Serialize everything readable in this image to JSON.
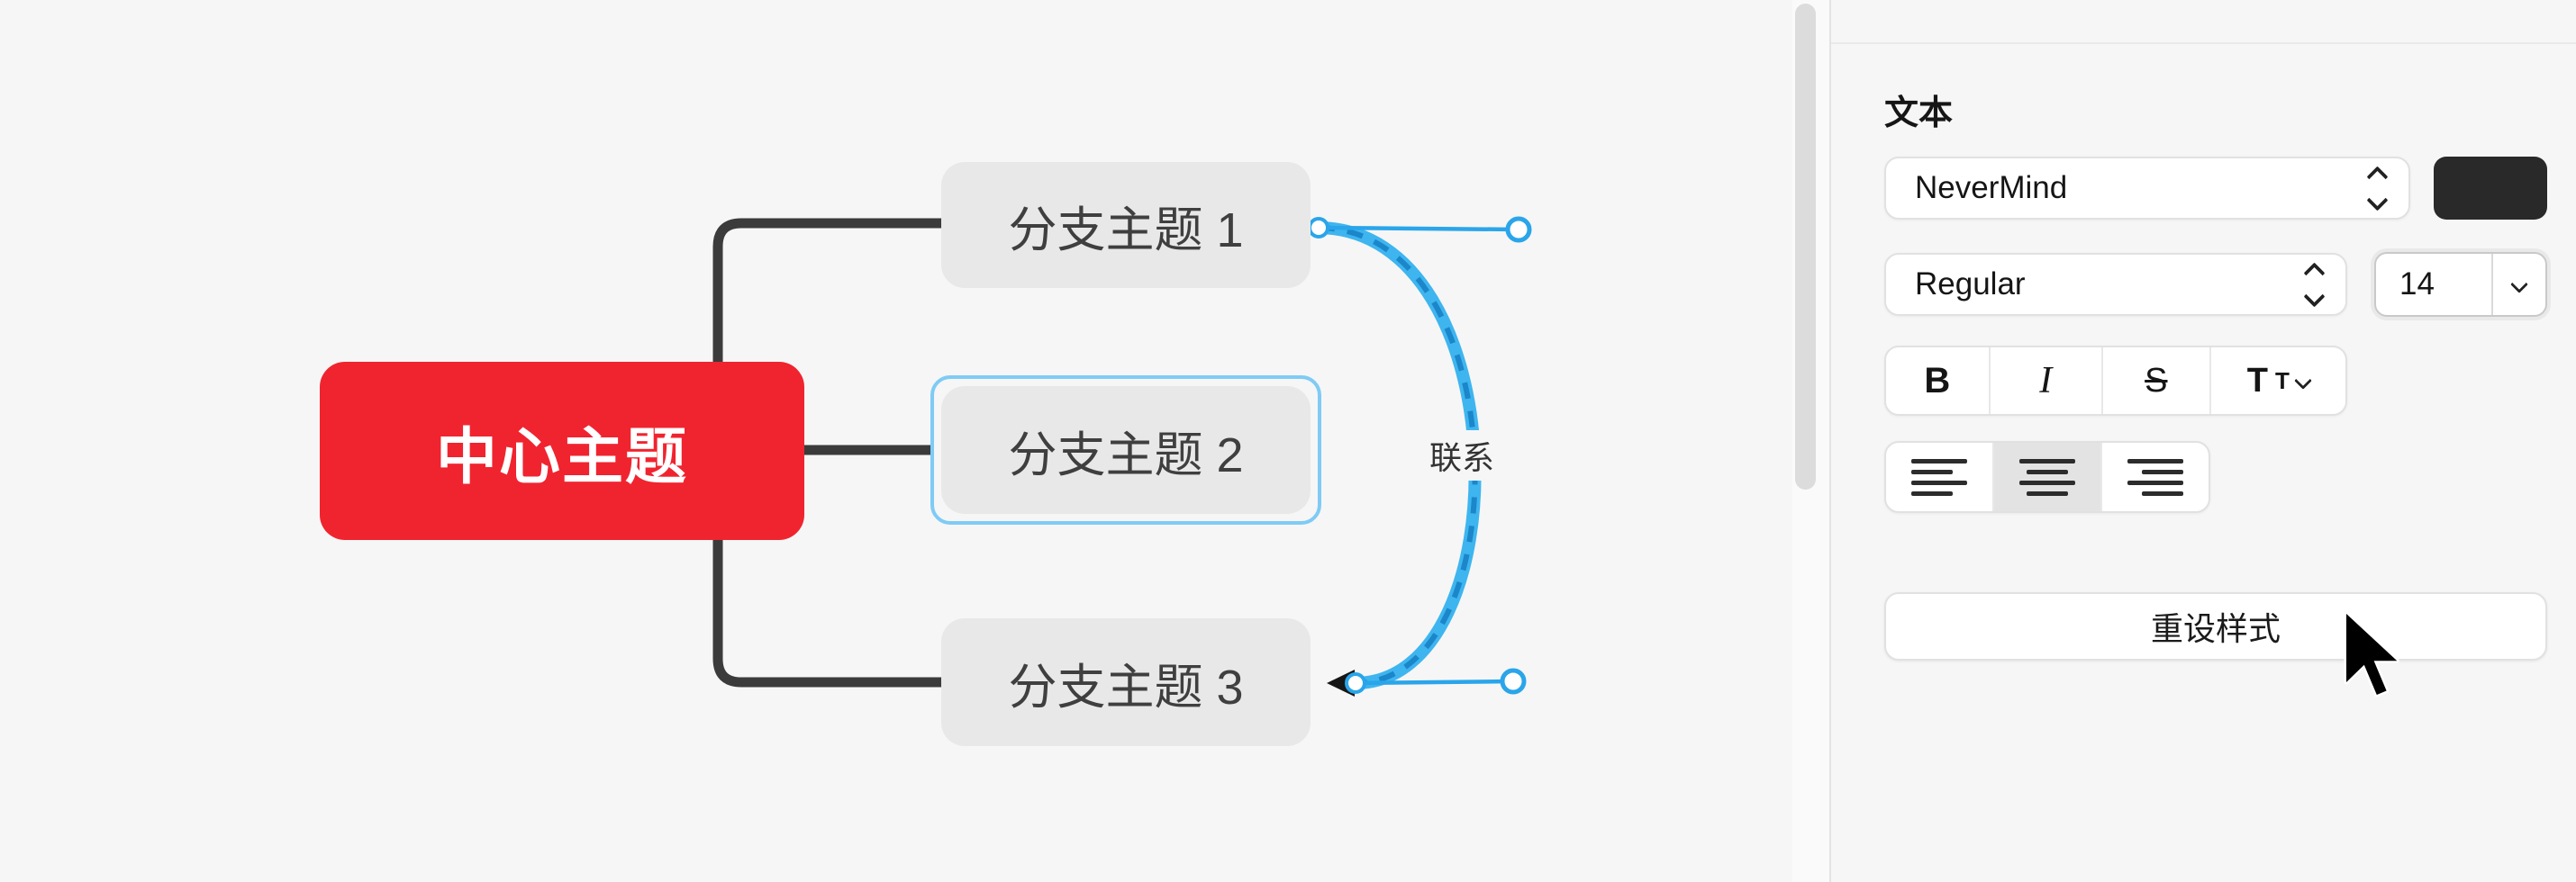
{
  "canvas": {
    "central_topic": {
      "label": "中心主题",
      "fill": "#f0242f",
      "text_color": "#ffffff"
    },
    "branches": [
      {
        "label": "分支主题 1",
        "selected": false
      },
      {
        "label": "分支主题 2",
        "selected": true
      },
      {
        "label": "分支主题 3",
        "selected": false
      }
    ],
    "relationship": {
      "label": "联系",
      "band_color": "#3eb5ef",
      "dash_color": "#1b86ca",
      "handle_color": "#2aa5ea",
      "arrow_color": "#161616"
    },
    "connector_color": "#3b3b3b",
    "branch_fill": "#e8e8e8",
    "selection_color": "#7fcbf5"
  },
  "panel": {
    "section_title": "文本",
    "font_family_select": {
      "value": "NeverMind"
    },
    "text_color_swatch": "#292929",
    "font_weight_select": {
      "value": "Regular"
    },
    "font_size_select": {
      "value": "14"
    },
    "format_buttons": {
      "bold": "B",
      "italic": "I",
      "strikethrough": "S",
      "case_large": "T",
      "case_small": "T"
    },
    "alignment": {
      "options": [
        "left",
        "center",
        "right"
      ],
      "selected": "center"
    },
    "reset_button_label": "重设样式"
  }
}
